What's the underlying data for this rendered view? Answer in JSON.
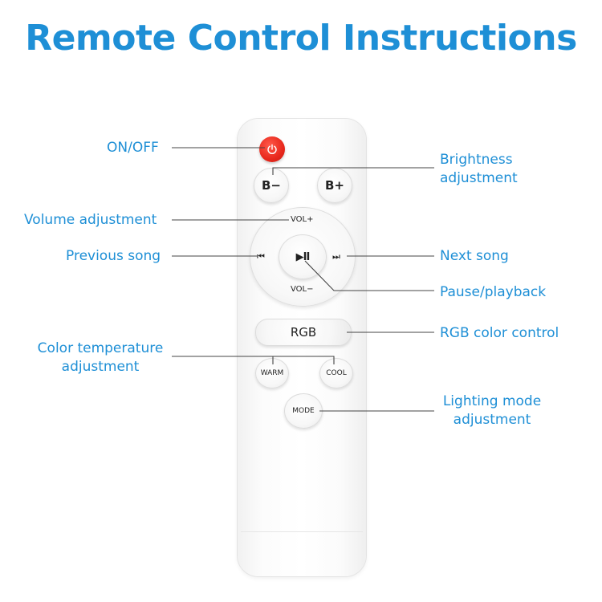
{
  "title": "Remote Control Instructions",
  "colors": {
    "accent": "#1e8fd6",
    "power_button": "#e8281c",
    "leader_line": "#444444"
  },
  "labels": {
    "on_off": "ON/OFF",
    "brightness": [
      "Brightness",
      "adjustment"
    ],
    "volume": "Volume adjustment",
    "previous": "Previous song",
    "next": "Next song",
    "pause": "Pause/playback",
    "rgb": "RGB color control",
    "color_temp": [
      "Color temperature",
      "adjustment"
    ],
    "lighting_mode": [
      "Lighting mode",
      "adjustment"
    ]
  },
  "remote": {
    "power_icon": "power-icon",
    "b_minus": "B−",
    "b_plus": "B+",
    "vol_plus": "VOL+",
    "vol_minus": "VOL−",
    "prev_icon": "⏮",
    "next_icon": "⏭",
    "play_pause_icon": "▶II",
    "rgb": "RGB",
    "warm": "WARM",
    "cool": "COOL",
    "mode": "MODE"
  }
}
